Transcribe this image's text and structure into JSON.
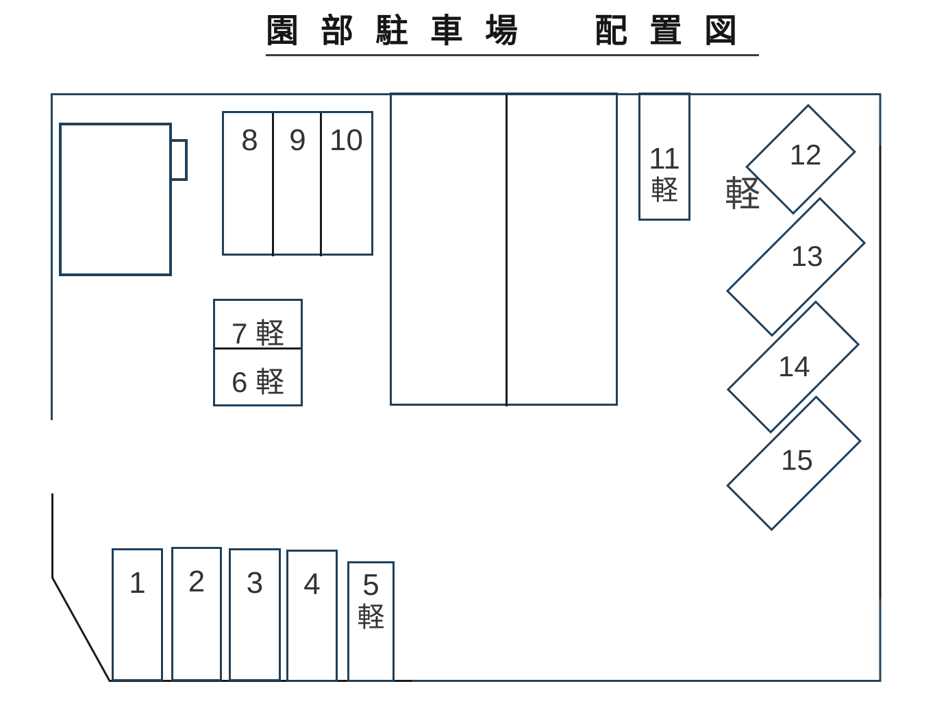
{
  "title": {
    "text": "園部駐車場　配置図"
  },
  "legend": {
    "kei_note": "軽"
  },
  "spaces": {
    "s1": {
      "label": "1"
    },
    "s2": {
      "label": "2"
    },
    "s3": {
      "label": "3"
    },
    "s4": {
      "label": "4"
    },
    "s5": {
      "label": "5",
      "kei": "軽"
    },
    "s6": {
      "label": "6 軽"
    },
    "s7": {
      "label": "7 軽"
    },
    "s8": {
      "label": "8"
    },
    "s9": {
      "label": "9"
    },
    "s10": {
      "label": "10"
    },
    "s11": {
      "label": "11",
      "kei": "軽"
    },
    "s12": {
      "label": "12"
    },
    "s13": {
      "label": "13"
    },
    "s14": {
      "label": "14"
    },
    "s15": {
      "label": "15"
    }
  },
  "colors": {
    "stroke": "#20405a",
    "divider": "#1b1b1b",
    "text": "#333333",
    "title": "#161616"
  }
}
